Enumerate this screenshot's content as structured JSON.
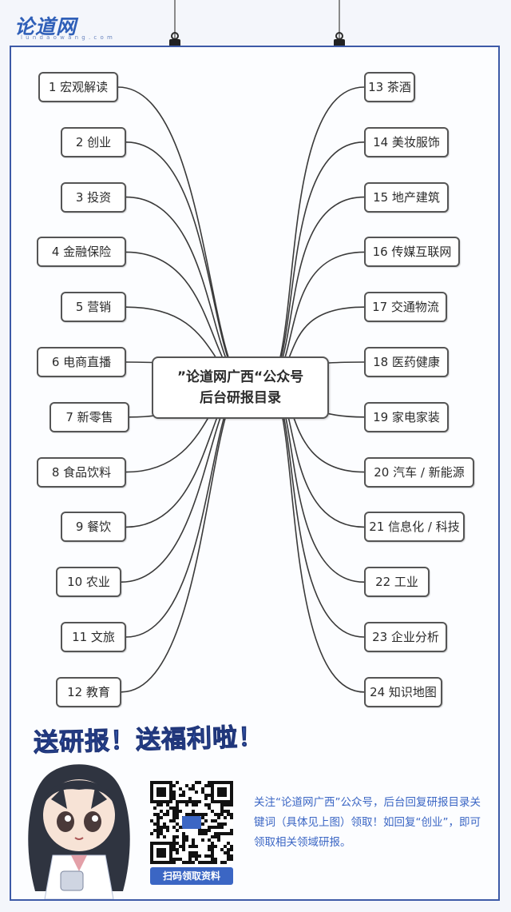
{
  "brand": {
    "logo": "论道网",
    "sub": "l u n d a o w a n g . c o m"
  },
  "center": {
    "line1": "”论道网广西“公众号",
    "line2": "后台研报目录"
  },
  "left_items": [
    "1 宏观解读",
    "2 创业",
    "3 投资",
    "4 金融保险",
    "5 营销",
    "6 电商直播",
    "7 新零售",
    "8 食品饮料",
    "9 餐饮",
    "10 农业",
    "11 文旅",
    "12 教育"
  ],
  "right_items": [
    "13 茶酒",
    "14 美妆服饰",
    "15 地产建筑",
    "16 传媒互联网",
    "17 交通物流",
    "18 医药健康",
    "19 家电家装",
    "20 汽车 / 新能源",
    "21 信息化 / 科技",
    "22 工业",
    "23 企业分析",
    "24 知识地图"
  ],
  "promo": {
    "headline": "送研报！送福利啦！"
  },
  "qr": {
    "label": "扫码领取资料"
  },
  "info": {
    "text": "关注“论道网广西”公众号，后台回复研报目录关键词（具体见上图）领取！如回复“创业”，即可领取相关领域研报。"
  },
  "colors": {
    "accent": "#3b66c4",
    "frame": "#3d5aa7"
  }
}
